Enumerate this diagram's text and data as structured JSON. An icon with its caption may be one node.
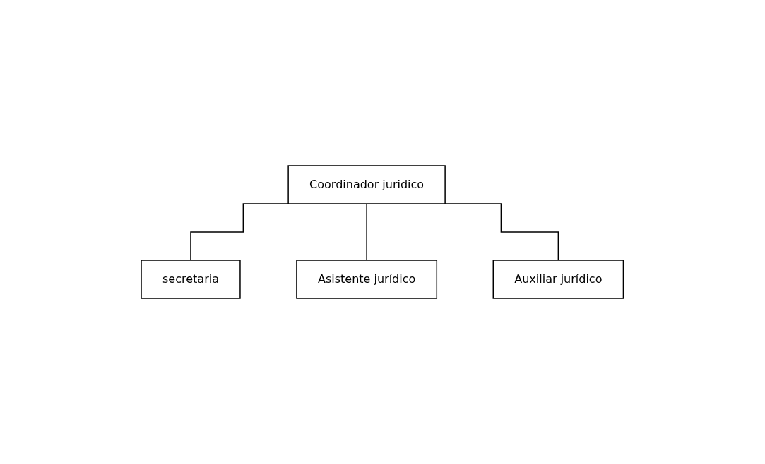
{
  "diagram": {
    "nodes": [
      {
        "text": [
          "Coordinador juridico"
        ]
      },
      {
        "text": [
          "secretaria"
        ]
      },
      {
        "text": [
          "Asistente jurídico"
        ]
      },
      {
        "text": [
          "Auxiliar jurídico"
        ]
      }
    ],
    "edges": [
      {
        "from": 0,
        "to": 1,
        "arrow": "none"
      },
      {
        "from": 0,
        "to": 2,
        "arrow": "none"
      },
      {
        "from": 0,
        "to": 3,
        "arrow": "none"
      }
    ]
  }
}
